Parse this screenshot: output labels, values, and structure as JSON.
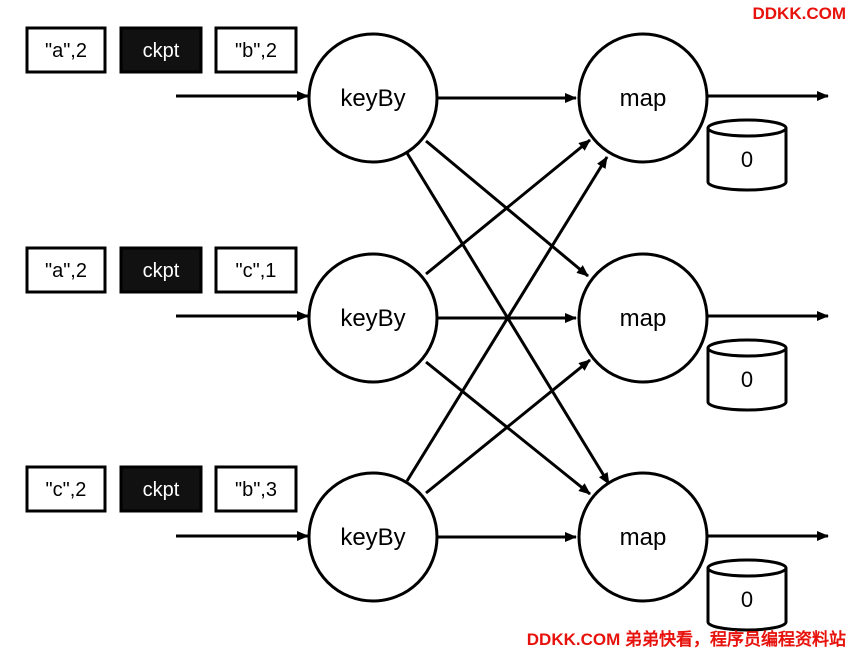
{
  "watermark": {
    "top": "DDKK.COM",
    "bottom": "DDKK.COM 弟弟快看，程序员编程资料站"
  },
  "rows": [
    {
      "records": [
        "\"a\",2",
        "ckpt",
        "\"b\",2"
      ],
      "source": "keyBy",
      "target": "map",
      "state": "0"
    },
    {
      "records": [
        "\"a\",2",
        "ckpt",
        "\"c\",1"
      ],
      "source": "keyBy",
      "target": "map",
      "state": "0"
    },
    {
      "records": [
        "\"c\",2",
        "ckpt",
        "\"b\",3"
      ],
      "source": "keyBy",
      "target": "map",
      "state": "0"
    }
  ],
  "colors": {
    "watermark": "#e8120c",
    "checkpoint_fill": "#111111",
    "stroke": "#000000"
  }
}
